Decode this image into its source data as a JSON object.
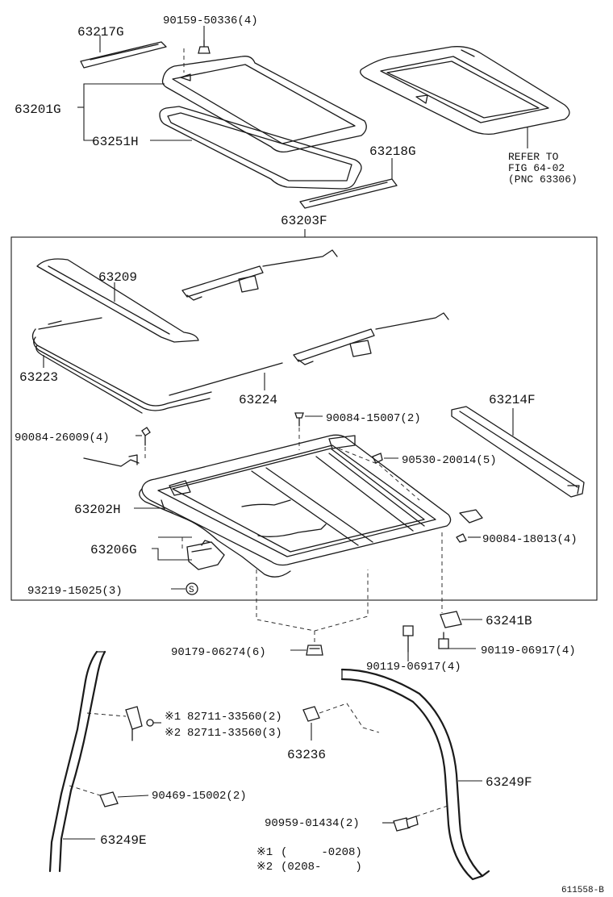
{
  "parts": {
    "p63217G": "63217G",
    "p90159_50336": "90159-50336(4)",
    "p63201G": "63201G",
    "p63251H": "63251H",
    "p63218G": "63218G",
    "p63203F": "63203F",
    "p63209": "63209",
    "p63223": "63223",
    "p63224": "63224",
    "p63214F": "63214F",
    "p90084_15007": "90084-15007(2)",
    "p90084_26009": "90084-26009(4)",
    "p90530_20014": "90530-20014(5)",
    "p63202H": "63202H",
    "p63206G": "63206G",
    "p90084_18013": "90084-18013(4)",
    "p93219_15025": "93219-15025(3)",
    "p63241B": "63241B",
    "p90179_06274": "90179-06274(6)",
    "p90119_06917_a": "90119-06917(4)",
    "p90119_06917_b": "90119-06917(4)",
    "p82711_1": "82711-33560(2)",
    "p82711_2": "82711-33560(3)",
    "p63236": "63236",
    "p63249F": "63249F",
    "p90469_15002": "90469-15002(2)",
    "p90959_01434": "90959-01434(2)",
    "p63249E": "63249E"
  },
  "markers": {
    "note1": "※1",
    "note2": "※2",
    "s_symbol": "S"
  },
  "reference": {
    "line1": "REFER TO",
    "line2": "FIG 64-02",
    "line3": "(PNC 63306)"
  },
  "notes": {
    "n1_mark": "※1",
    "n1_text": "(     -0208)",
    "n2_mark": "※2",
    "n2_text": "(0208-     )"
  },
  "footer": {
    "code": "611558-B"
  }
}
